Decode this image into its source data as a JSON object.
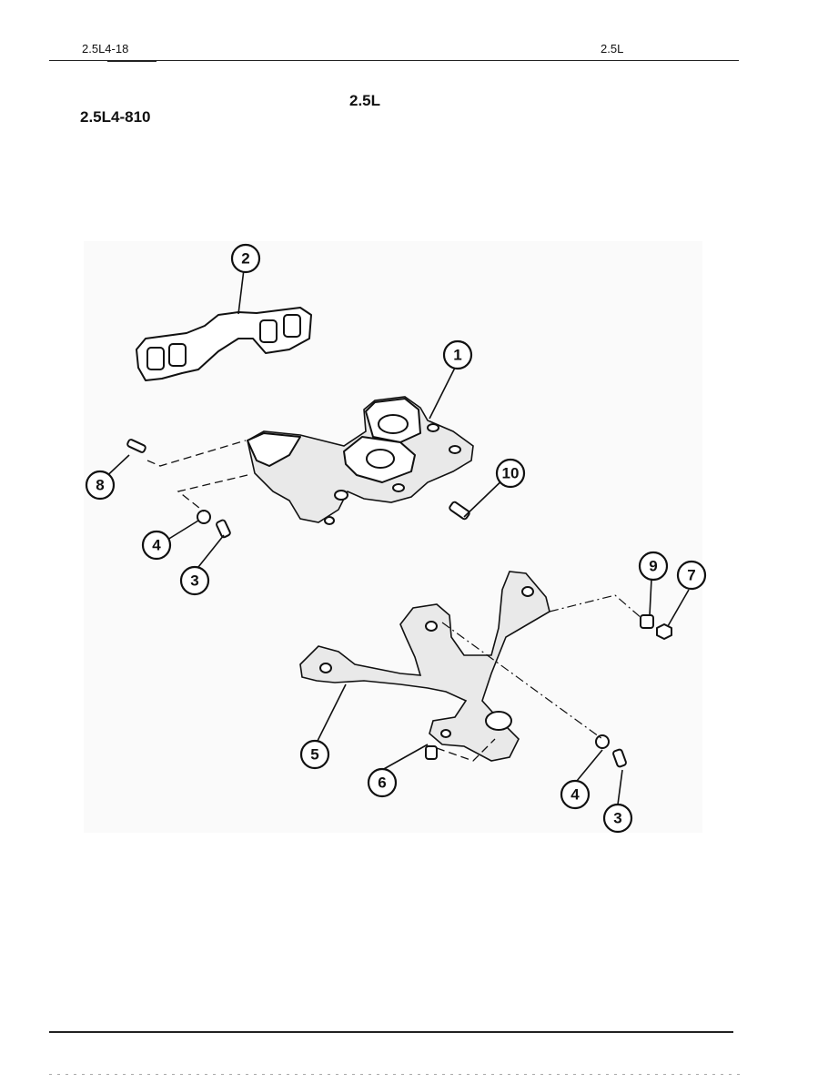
{
  "header": {
    "left": "2.5L4-18",
    "right": "2.5L"
  },
  "title": "2.5L",
  "figure_id": "2.5L4-810",
  "callouts": [
    "1",
    "2",
    "3",
    "4",
    "5",
    "6",
    "7",
    "8",
    "9",
    "10"
  ]
}
